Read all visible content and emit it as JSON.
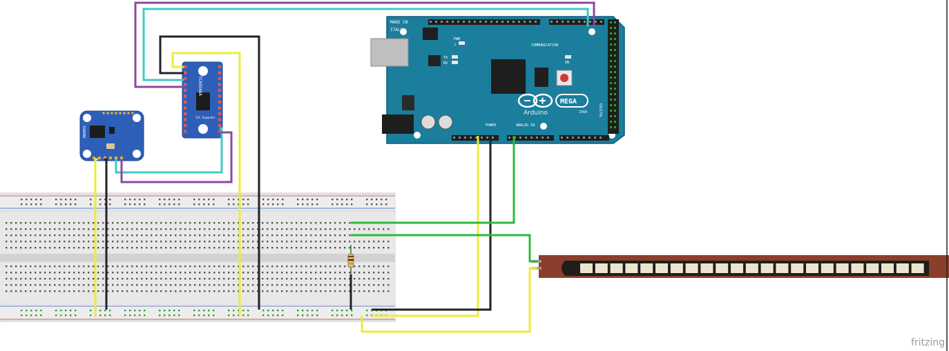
{
  "arduino": {
    "made_in": "MADE IN",
    "country": "ITALY",
    "brand": "Arduino",
    "model": "MEGA",
    "model_suffix": "2560",
    "label_pwm": "PWM",
    "label_communication": "COMMUNICATION",
    "label_power": "POWER",
    "label_analog_in": "ANALOG IN",
    "label_digital": "DIGITAL",
    "label_l": "L",
    "label_tx": "TX",
    "label_rx": "RX",
    "label_on": "ON"
  },
  "multiplexer": {
    "name": "TCA9548A",
    "subtitle": "I2C Expander"
  },
  "imu": {
    "chip": "BNO055"
  },
  "watermark": "fritzing",
  "colors": {
    "board_teal": "#1a7e9c",
    "breakout_blue": "#2e5fb8",
    "breadboard": "#e6e6e6",
    "wire_cyan": "#3ec9c9",
    "wire_purple": "#8b4a9c",
    "wire_black": "#222222",
    "wire_yellow": "#ecec3a",
    "wire_green": "#2fb83a",
    "flex_sensor": "#8b3e2c"
  }
}
